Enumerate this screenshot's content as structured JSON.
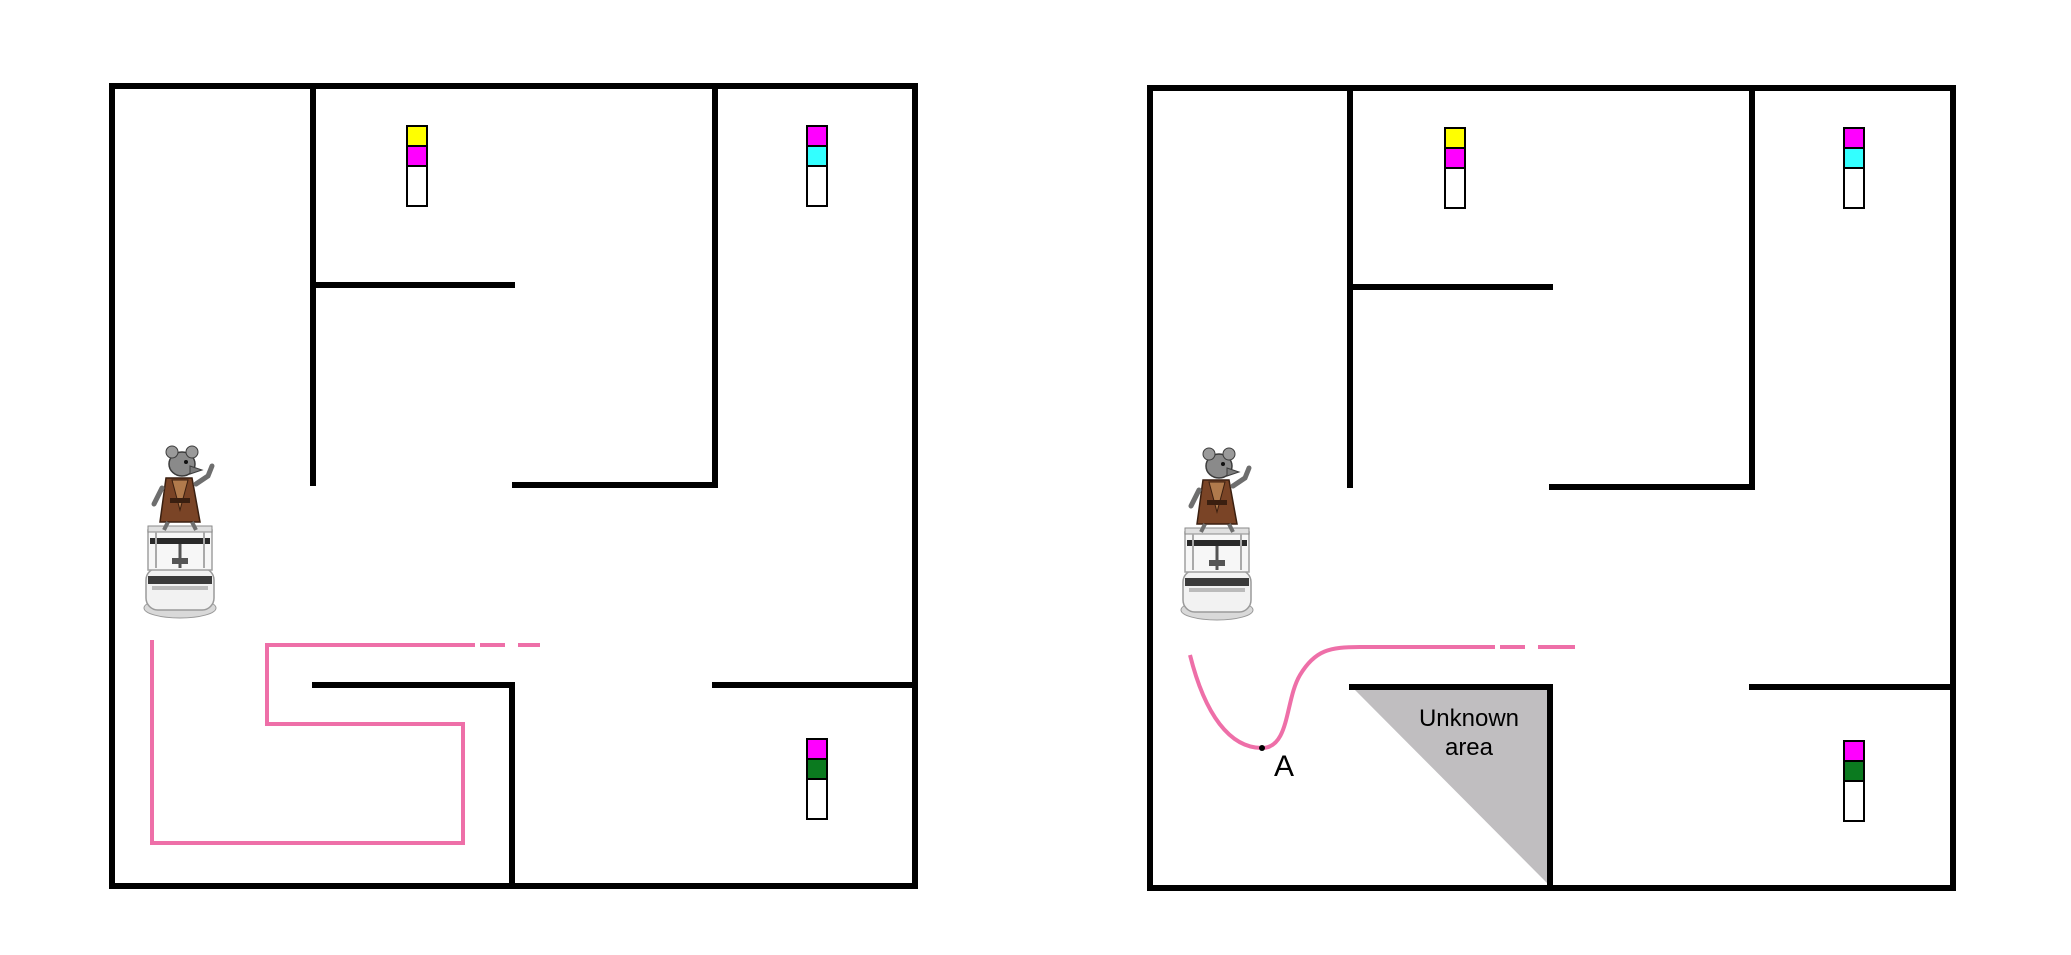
{
  "colors": {
    "wall": "#000000",
    "path": "#ee6fa8",
    "unknown_area": "#c0bec0",
    "marker_yellow": "#ffff00",
    "marker_magenta": "#ff00ff",
    "marker_cyan": "#33ffff",
    "marker_green": "#0b7a1f",
    "marker_empty": "#ffffff"
  },
  "panels": [
    {
      "name": "left-maze",
      "markers": [
        {
          "name": "marker-top-middle",
          "colors": [
            "yellow",
            "magenta",
            "white"
          ]
        },
        {
          "name": "marker-top-right",
          "colors": [
            "magenta",
            "cyan",
            "white"
          ]
        },
        {
          "name": "marker-bottom-right",
          "colors": [
            "magenta",
            "green",
            "white"
          ]
        }
      ],
      "robot": {
        "icon": "rat-on-robot-icon"
      },
      "path": {
        "shape": "zigzag"
      }
    },
    {
      "name": "right-maze",
      "markers": [
        {
          "name": "marker-top-middle",
          "colors": [
            "yellow",
            "magenta",
            "white"
          ]
        },
        {
          "name": "marker-top-right",
          "colors": [
            "magenta",
            "cyan",
            "white"
          ]
        },
        {
          "name": "marker-bottom-right",
          "colors": [
            "magenta",
            "green",
            "white"
          ]
        }
      ],
      "robot": {
        "icon": "rat-on-robot-icon"
      },
      "path": {
        "shape": "curve"
      },
      "unknown_area": {
        "line1": "Unknown",
        "line2": "area"
      },
      "point_label": "A"
    }
  ]
}
